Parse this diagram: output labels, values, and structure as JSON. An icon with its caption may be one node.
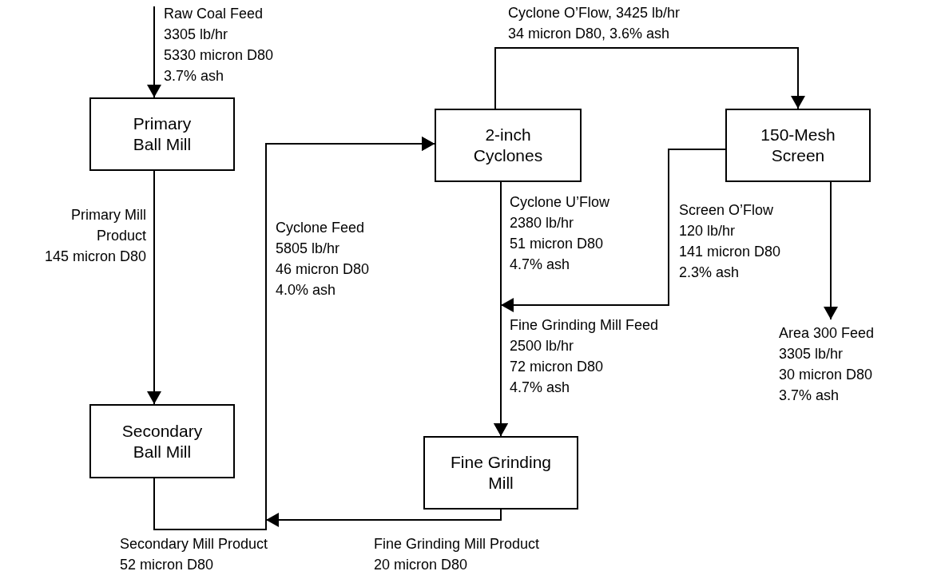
{
  "diagram": {
    "nodes": [
      {
        "text": [
          "Primary Ball Mill"
        ]
      },
      {
        "text": [
          "Secondary Ball Mill"
        ]
      },
      {
        "text": [
          "2-inch Cyclones"
        ]
      },
      {
        "text": [
          "150-Mesh Screen"
        ]
      },
      {
        "text": [
          "Fine Grinding Mill"
        ]
      }
    ],
    "edges": [
      {
        "from": null,
        "to": 0,
        "arrow": "to",
        "label": "Raw Coal Feed 3305 lb/hr 5330 micron D80 3.7% ash"
      },
      {
        "from": 0,
        "to": 1,
        "arrow": "to",
        "label": "Primary Mill Product 145 micron D80"
      },
      {
        "from": 1,
        "to": 2,
        "arrow": "to",
        "label": "Secondary Mill Product 52 micron D80"
      },
      {
        "from": 4,
        "to": 2,
        "arrow": "to",
        "label": "Fine Grinding Mill Product 20 micron D80"
      },
      {
        "from": 2,
        "to": 3,
        "arrow": "to",
        "label": "Cyclone O’Flow, 3425 lb/hr 34 micron D80, 3.6% ash"
      },
      {
        "from": 2,
        "to": 4,
        "arrow": "to",
        "label": "Cyclone U’Flow 2380 lb/hr 51 micron D80 4.7% ash"
      },
      {
        "from": 3,
        "to": 4,
        "arrow": "to",
        "label": "Screen O’Flow 120 lb/hr 141 micron D80 2.3% ash"
      },
      {
        "from": 3,
        "to": null,
        "arrow": "to",
        "label": "Area 300 Feed 3305 lb/hr 30 micron D80 3.7% ash"
      }
    ],
    "labels": [
      "Cyclone Feed 5805 lb/hr 46 micron D80 4.0% ash",
      "Fine Grinding Mill Feed 2500 lb/hr 72 micron D80 4.7% ash"
    ]
  }
}
